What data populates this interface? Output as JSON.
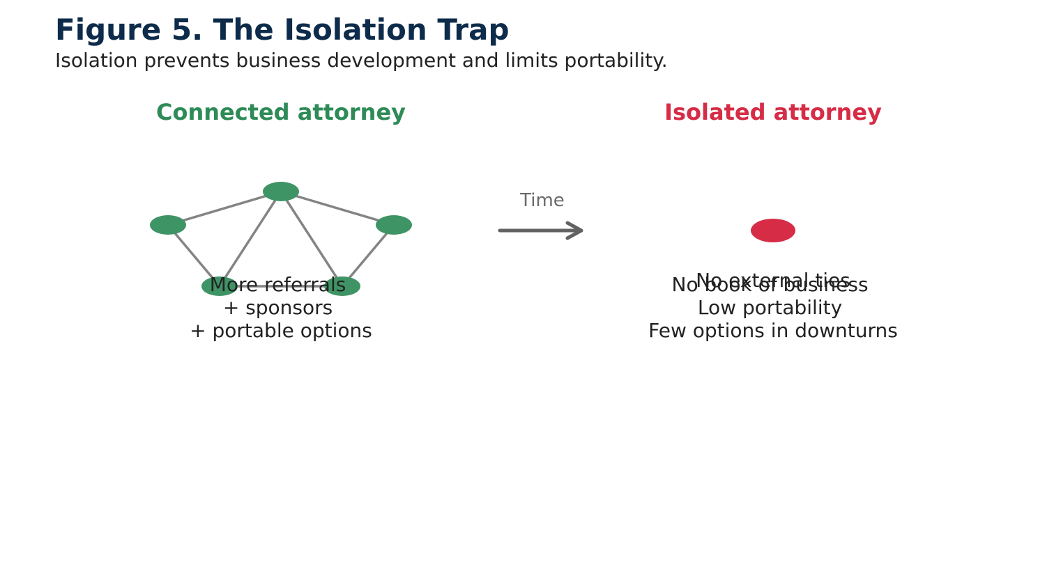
{
  "figure": {
    "title": "Figure 5. The Isolation Trap",
    "subtitle": "Isolation prevents business development and limits portability."
  },
  "colors": {
    "title": "#0d2b4a",
    "connected": "#2e8b57",
    "connected_node": "#3f9465",
    "isolated": "#d62c46",
    "edge": "#848484",
    "arrow": "#626262",
    "time_label": "#6a6a6a"
  },
  "connected": {
    "title": "Connected attorney",
    "caption_lines": [
      "More referrals",
      "+ sponsors",
      "+ portable options"
    ]
  },
  "arrow": {
    "label": "Time"
  },
  "isolated": {
    "title": "Isolated attorney",
    "overlap_label": "No external ties",
    "caption_lines": [
      "No book of business",
      "Low portability",
      "Few options in downturns"
    ]
  }
}
